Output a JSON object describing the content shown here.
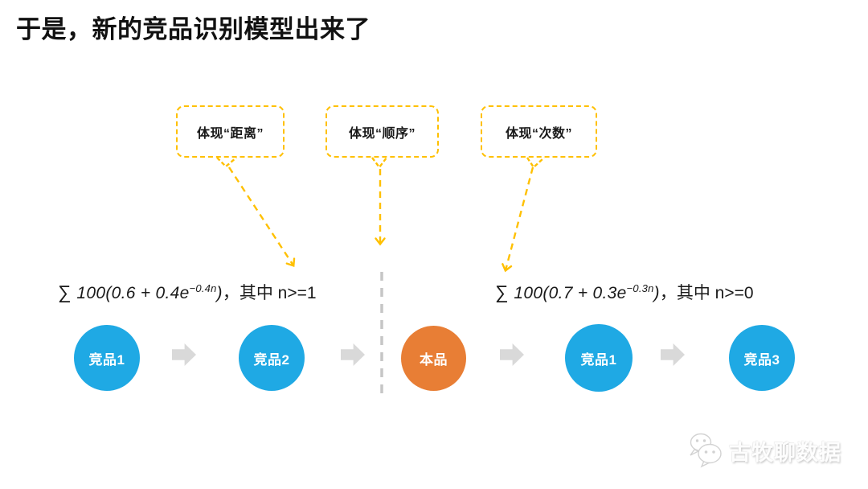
{
  "title": "于是，新的竞品识别模型出来了",
  "callouts": [
    {
      "label": "体现“距离”"
    },
    {
      "label": "体现“顺序”"
    },
    {
      "label": "体现“次数”"
    }
  ],
  "formulas": {
    "left": {
      "sigma": "∑",
      "body": "100(0.6 + 0.4e",
      "exponent": "−0.4n",
      "close": ")",
      "suffix": "，其中 n>=1"
    },
    "right": {
      "sigma": "∑",
      "body": "100(0.7 + 0.3e",
      "exponent": "−0.3n",
      "close": ")",
      "suffix": "，其中 n>=0"
    }
  },
  "nodes": [
    {
      "label": "竞品1",
      "color": "#1FA9E4"
    },
    {
      "label": "竞品2",
      "color": "#1FA9E4"
    },
    {
      "label": "本品",
      "color": "#E87E35"
    },
    {
      "label": "竞品1",
      "color": "#1FA9E4"
    },
    {
      "label": "竞品3",
      "color": "#1FA9E4"
    }
  ],
  "watermark": {
    "text": "古牧聊数据"
  },
  "colors": {
    "accent_yellow": "#FFC000",
    "node_blue": "#1FA9E4",
    "node_orange": "#E87E35",
    "flow_arrow_gray": "#D9D9D9",
    "divider_gray": "#C6C6C6",
    "title_black": "#111111"
  }
}
